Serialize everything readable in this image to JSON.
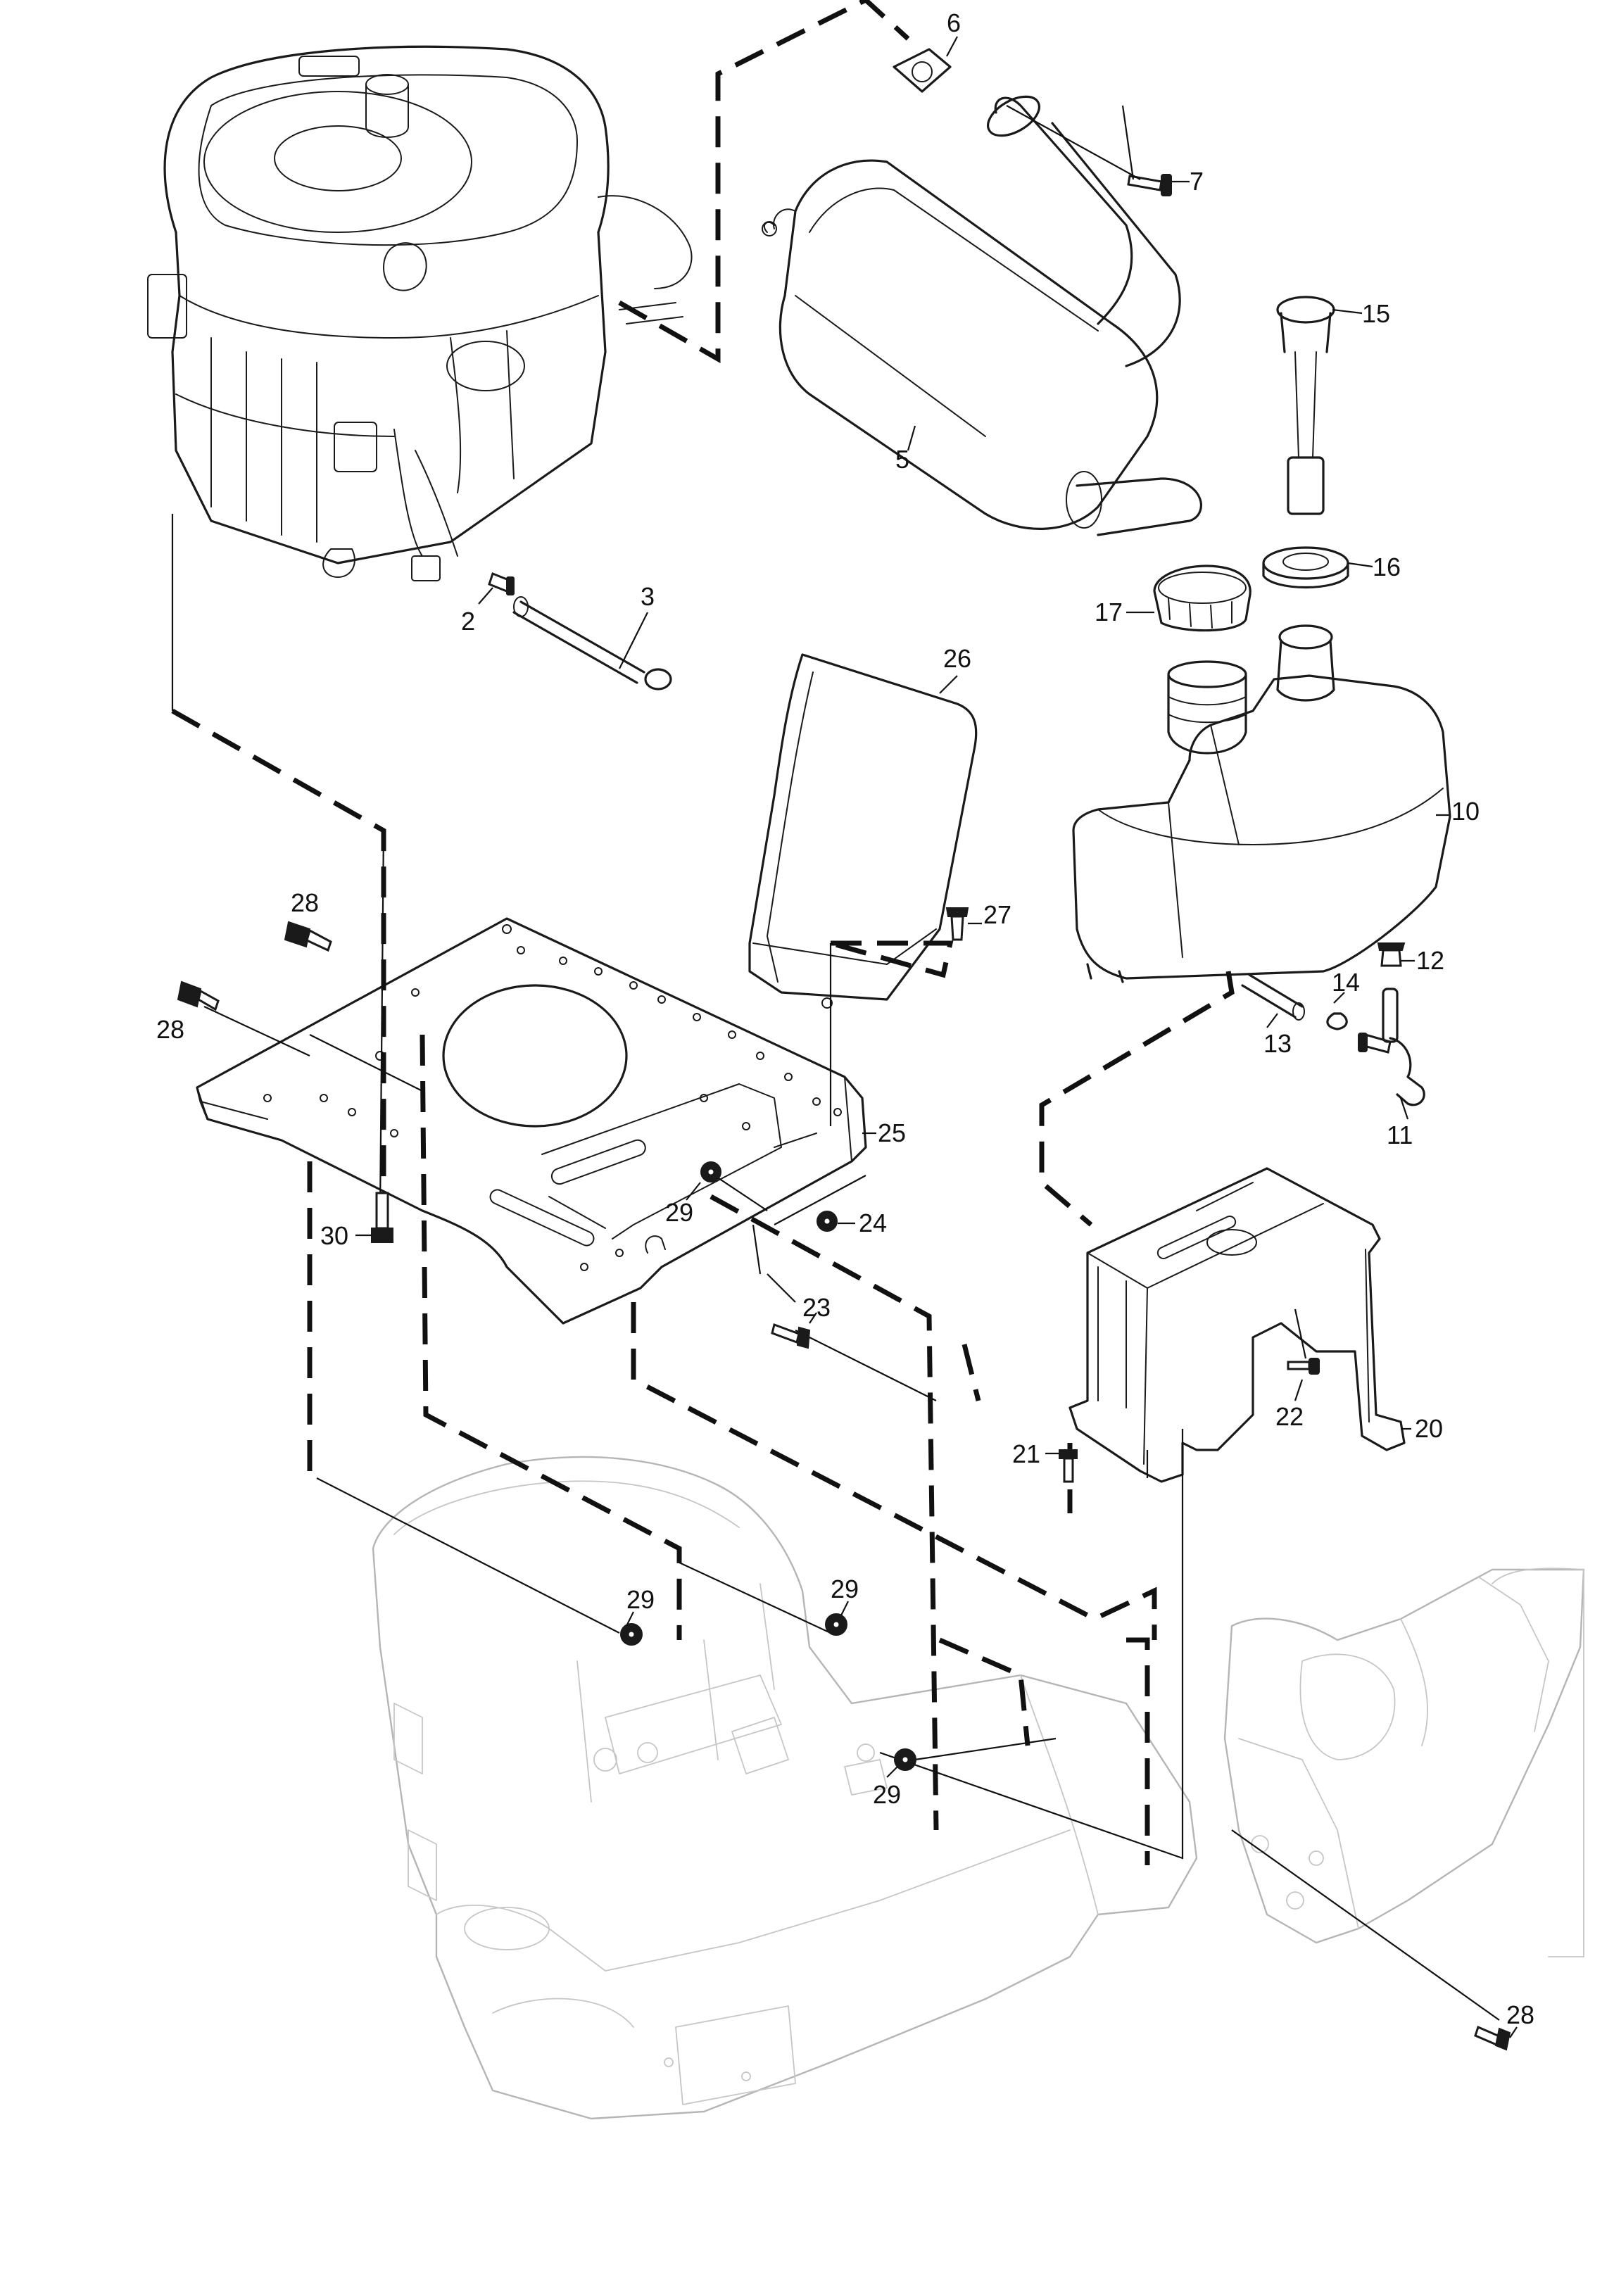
{
  "parts": [
    {
      "id": "label-6",
      "text": "6"
    },
    {
      "id": "label-7",
      "text": "7"
    },
    {
      "id": "label-15",
      "text": "15"
    },
    {
      "id": "label-5",
      "text": "5"
    },
    {
      "id": "label-16",
      "text": "16"
    },
    {
      "id": "label-17",
      "text": "17"
    },
    {
      "id": "label-3",
      "text": "3"
    },
    {
      "id": "label-2",
      "text": "2"
    },
    {
      "id": "label-26",
      "text": "26"
    },
    {
      "id": "label-10",
      "text": "10"
    },
    {
      "id": "label-28a",
      "text": "28"
    },
    {
      "id": "label-27",
      "text": "27"
    },
    {
      "id": "label-12",
      "text": "12"
    },
    {
      "id": "label-28b",
      "text": "28"
    },
    {
      "id": "label-14",
      "text": "14"
    },
    {
      "id": "label-13",
      "text": "13"
    },
    {
      "id": "label-25",
      "text": "25"
    },
    {
      "id": "label-11",
      "text": "11"
    },
    {
      "id": "label-29a",
      "text": "29"
    },
    {
      "id": "label-24",
      "text": "24"
    },
    {
      "id": "label-30",
      "text": "30"
    },
    {
      "id": "label-23",
      "text": "23"
    },
    {
      "id": "label-22",
      "text": "22"
    },
    {
      "id": "label-20",
      "text": "20"
    },
    {
      "id": "label-21",
      "text": "21"
    },
    {
      "id": "label-29b",
      "text": "29"
    },
    {
      "id": "label-29c",
      "text": "29"
    },
    {
      "id": "label-29d",
      "text": "29"
    },
    {
      "id": "label-28c",
      "text": "28"
    }
  ]
}
